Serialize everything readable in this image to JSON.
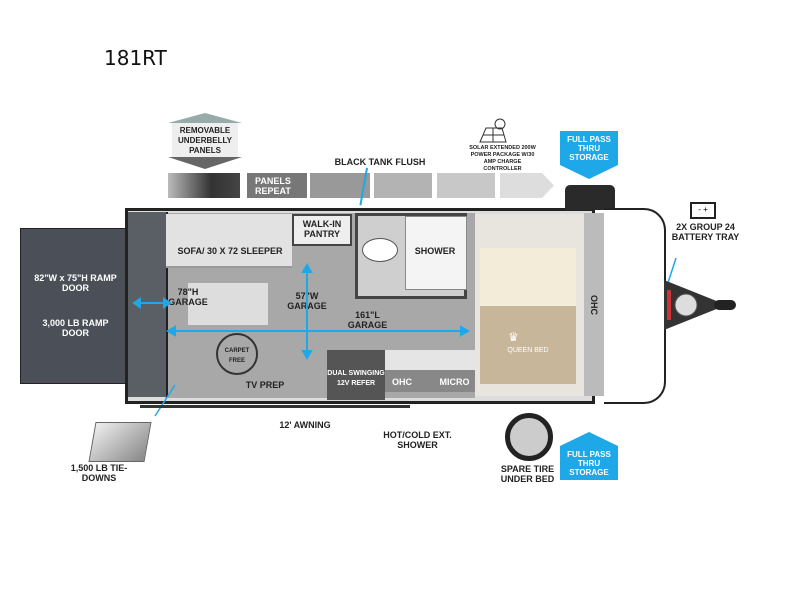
{
  "title": "181RT",
  "top_callouts": {
    "underbelly": "REMOVABLE UNDERBELLY PANELS",
    "panels_repeat": "PANELS REPEAT",
    "black_tank": "BLACK TANK FLUSH",
    "solar": "SOLAR EXTENDED 200W POWER PACKAGE W/30 AMP CHARGE CONTROLLER",
    "storage_top": "FULL PASS THRU STORAGE"
  },
  "ramp": {
    "size": "82\"W x 75\"H RAMP DOOR",
    "capacity": "3,000 LB RAMP DOOR"
  },
  "interior": {
    "sofa": "SOFA/ 30 X 72 SLEEPER",
    "pantry": "WALK-IN PANTRY",
    "shower": "SHOWER",
    "garage_height": "78\"H GARAGE",
    "garage_width": "57\"W GARAGE",
    "garage_length": "161\"L GARAGE",
    "carpet_free": "CARPET FREE",
    "tv_prep": "TV PREP",
    "refer": "DUAL SWINGING 12V REFER",
    "ohc_kitchen": "OHC",
    "micro": "MICRO",
    "bed": "QUEEN BED",
    "ohc_front": "OHC"
  },
  "right_callouts": {
    "battery": "2X GROUP 24 BATTERY TRAY",
    "battery_icon": "- +"
  },
  "bottom_callouts": {
    "tie_downs": "1,500 LB TIE-DOWNS",
    "awning": "12' AWNING",
    "shower_ext": "HOT/COLD EXT. SHOWER",
    "spare_tire": "SPARE TIRE UNDER BED",
    "storage_bottom": "FULL PASS THRU STORAGE"
  },
  "colors": {
    "accent": "#1fa8e8",
    "floor": "#a8a8a8",
    "ramp": "#4b5058"
  }
}
